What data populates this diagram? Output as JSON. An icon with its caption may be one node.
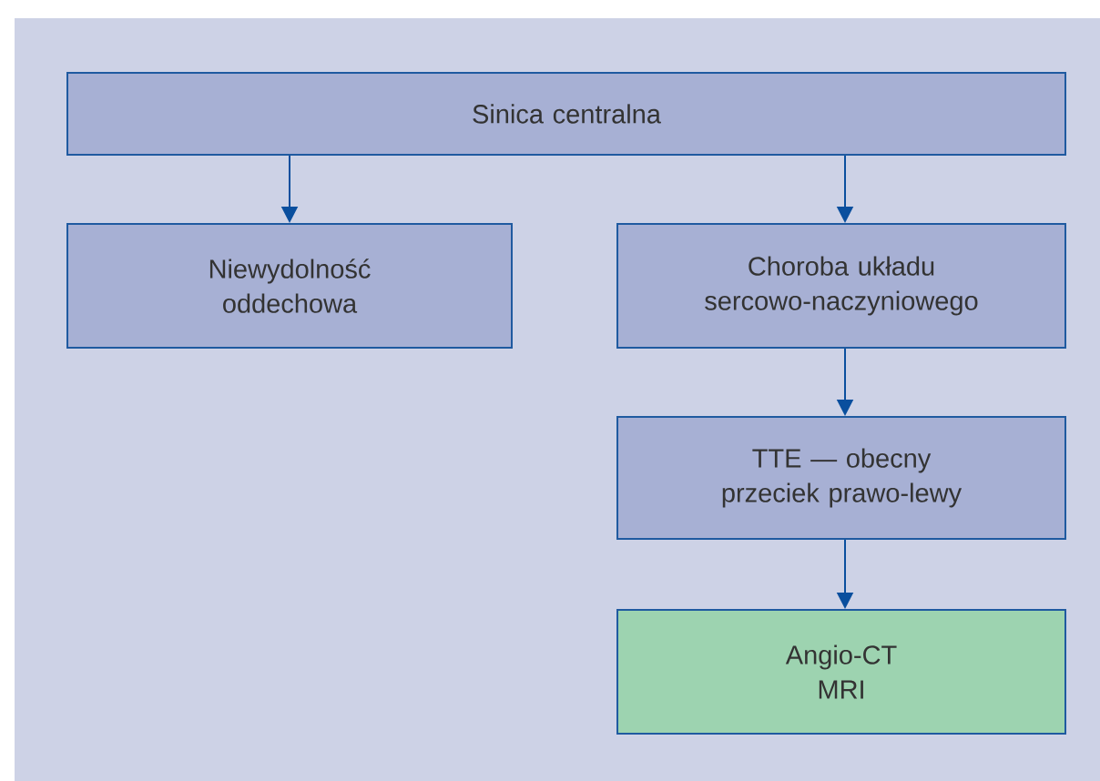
{
  "diagram": {
    "nodes": [
      {
        "text": [
          "Sinica centralna"
        ]
      },
      {
        "text": [
          "Niewydolność oddechowa"
        ]
      },
      {
        "text": [
          "Choroba układu sercowo-naczyniowego"
        ]
      },
      {
        "text": [
          "TTE — obecny przeciek prawo-lewy"
        ]
      },
      {
        "text": [
          "Angio-CT",
          "MRI"
        ]
      }
    ],
    "edges": [
      {
        "from": 0,
        "to": 1,
        "arrow": "to"
      },
      {
        "from": 0,
        "to": 2,
        "arrow": "to"
      },
      {
        "from": 2,
        "to": 3,
        "arrow": "to"
      },
      {
        "from": 3,
        "to": 4,
        "arrow": "to"
      }
    ]
  }
}
